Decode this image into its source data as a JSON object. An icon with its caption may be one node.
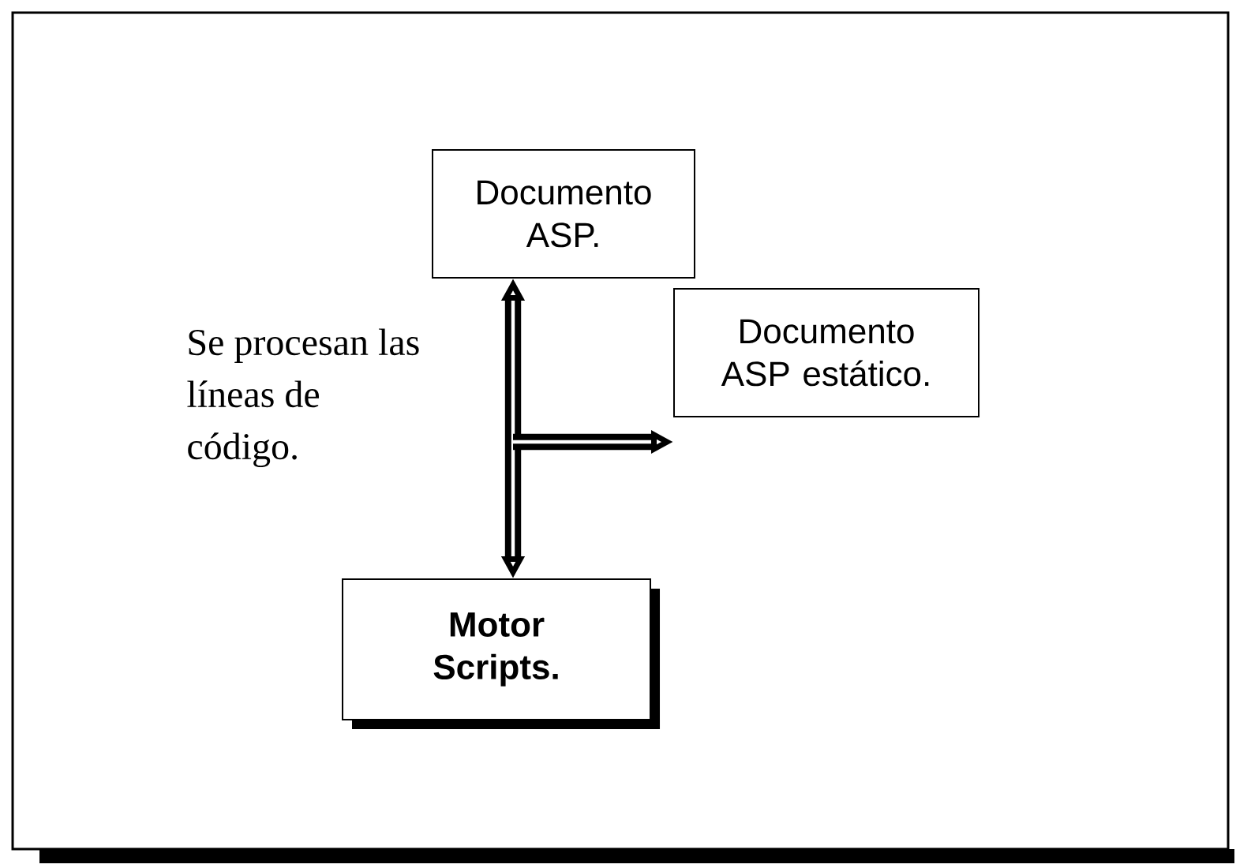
{
  "diagram": {
    "nodes": [
      {
        "text": [
          "Documento ASP."
        ]
      },
      {
        "text": [
          "Documento ASP estático."
        ]
      },
      {
        "text": [
          "Motor Scripts."
        ]
      }
    ],
    "edges": [
      {
        "from": 0,
        "to": 2,
        "arrow": "both"
      },
      {
        "from": null,
        "to": 1,
        "arrow": "to"
      }
    ],
    "labels": [
      "Se procesan las líneas de código."
    ]
  }
}
